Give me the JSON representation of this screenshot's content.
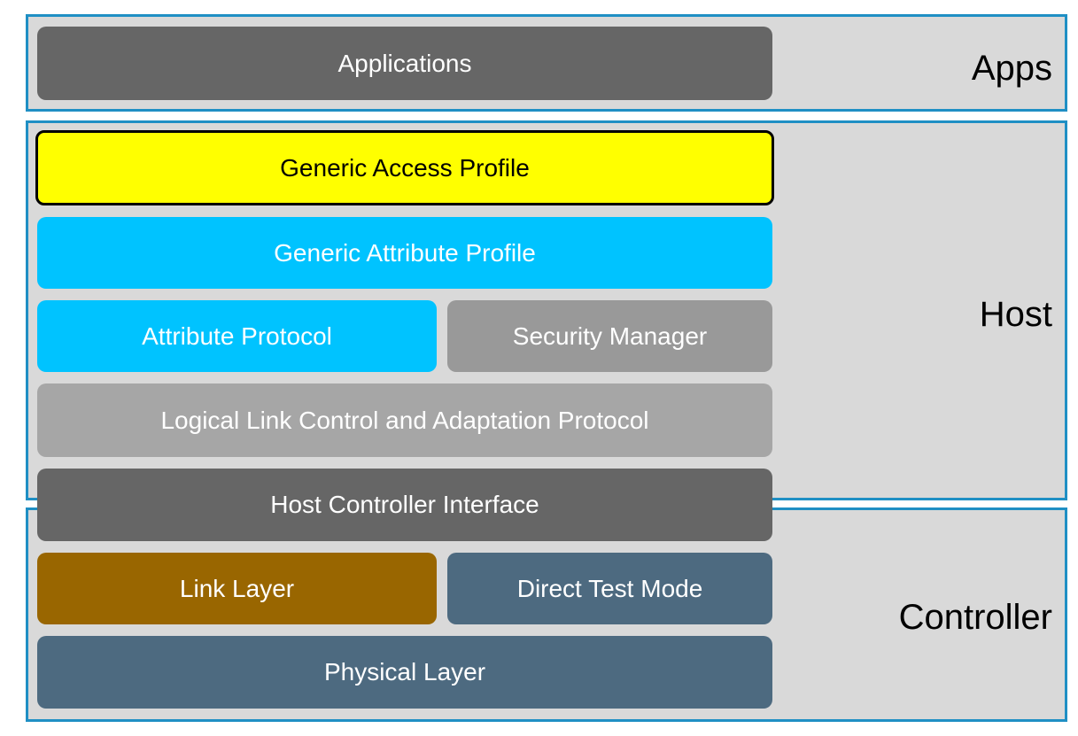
{
  "sections": {
    "apps": {
      "label": "Apps"
    },
    "host": {
      "label": "Host"
    },
    "controller": {
      "label": "Controller"
    }
  },
  "blocks": {
    "applications": {
      "label": "Applications",
      "color": "#666666"
    },
    "gap": {
      "label": "Generic Access Profile",
      "color": "#ffff00"
    },
    "gatt": {
      "label": "Generic Attribute Profile",
      "color": "#00c3ff"
    },
    "att": {
      "label": "Attribute Protocol",
      "color": "#00c3ff"
    },
    "smp": {
      "label": "Security Manager",
      "color": "#999999"
    },
    "l2cap": {
      "label": "Logical Link Control and Adaptation Protocol",
      "color": "#a6a6a6"
    },
    "hci": {
      "label": "Host Controller Interface",
      "color": "#666666"
    },
    "ll": {
      "label": "Link Layer",
      "color": "#996600"
    },
    "dtm": {
      "label": "Direct Test Mode",
      "color": "#4d6a80"
    },
    "phy": {
      "label": "Physical Layer",
      "color": "#4d6a80"
    }
  },
  "colors": {
    "section_fill": "#d9d9d9",
    "section_border": "#1f8fc4"
  }
}
